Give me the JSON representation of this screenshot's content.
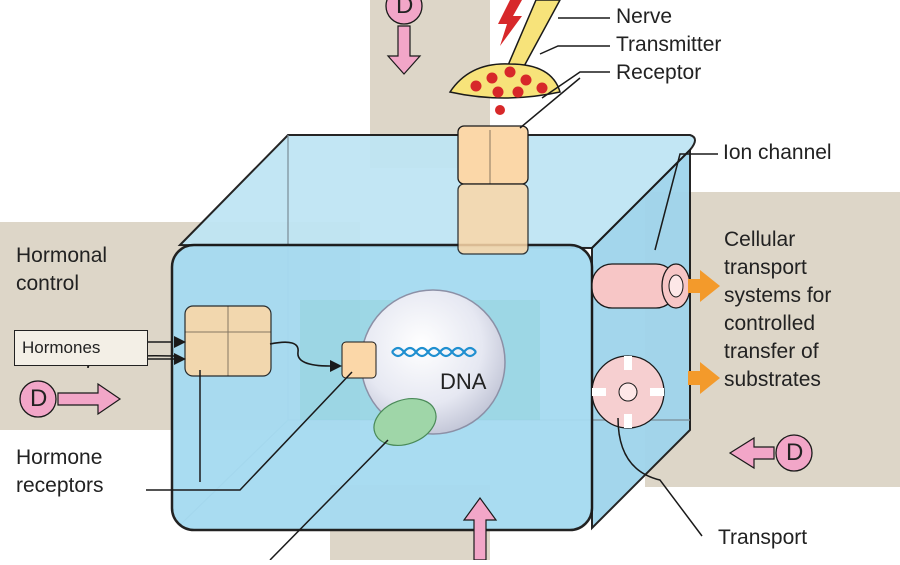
{
  "labels": {
    "nerve": "Nerve",
    "transmitter": "Transmitter",
    "receptor": "Receptor",
    "ion_channel": "Ion channel",
    "cellular_transport": [
      "Cellular",
      "transport",
      "systems for",
      "controlled",
      "transfer of",
      "substrates"
    ],
    "hormonal_control": [
      "Hormonal",
      "control"
    ],
    "hormones": "Hormones",
    "hormone_receptors": [
      "Hormone",
      "receptors"
    ],
    "transport_molecules": "Transport",
    "dna": "DNA",
    "d_marker": "D"
  },
  "colors": {
    "beige": "#ddd6c8",
    "cell_fill": "#a9dcf0",
    "cell_edge": "#1a1a1a",
    "receptor_fill": "#fbd7a8",
    "pink_arrow": "#f2a6c8",
    "orange_arrow": "#f39a2b",
    "transmitter_dot": "#d7282a",
    "nerve_yellow": "#f7e37a",
    "lightning_red": "#d7282a",
    "nucleus": "#e8eaf4",
    "green_body": "#9fd6a8"
  }
}
